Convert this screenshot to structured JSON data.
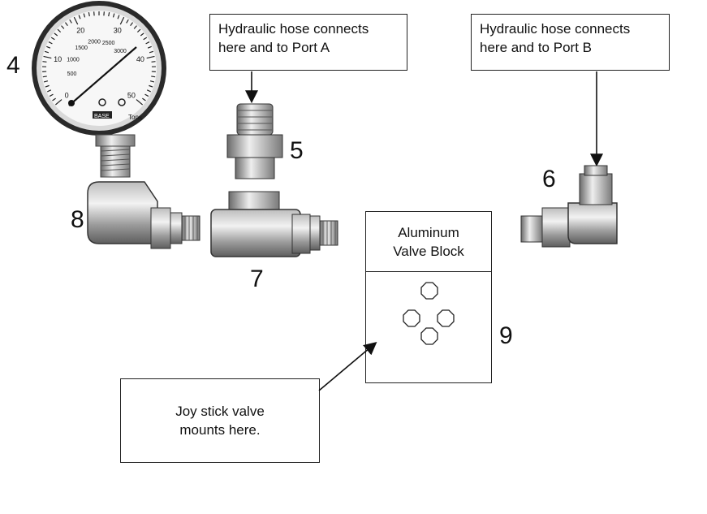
{
  "callouts": {
    "hose_a": {
      "line1": "Hydraulic hose connects",
      "line2": "here and to Port A"
    },
    "hose_b": {
      "line1": "Hydraulic hose connects",
      "line2": "here and to Port B"
    },
    "joystick": {
      "line1": "Joy stick valve",
      "line2": "mounts here."
    }
  },
  "valve_block": {
    "line1": "Aluminum",
    "line2": "Valve Block"
  },
  "part_numbers": {
    "gauge": "4",
    "straight_fitting": "5",
    "elbow_fitting_b": "6",
    "tee_fitting": "7",
    "elbow_fitting_gauge": "8",
    "valve_block": "9"
  },
  "gauge": {
    "outer_scale": [
      "0",
      "10",
      "20",
      "30",
      "40",
      "50"
    ],
    "inner_scale": [
      "500",
      "1000",
      "1500",
      "2000",
      "2500",
      "3000"
    ],
    "unit": "Tons",
    "brand": "BASE"
  }
}
